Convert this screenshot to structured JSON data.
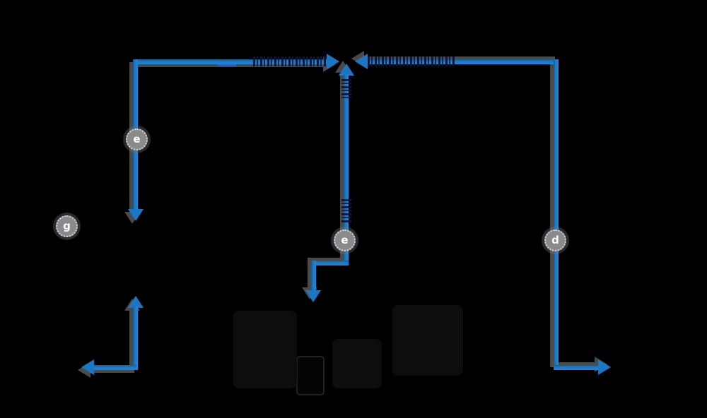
{
  "diagram": {
    "background_color": "#000000",
    "line_color": "#1b76c4",
    "shadow_color": "#525252",
    "badge_fill_color": "#8a8a8a",
    "badge_text_color": "#ffffff",
    "badges": [
      {
        "label": "e"
      },
      {
        "label": "g"
      },
      {
        "label": "e"
      },
      {
        "label": "d"
      }
    ]
  }
}
